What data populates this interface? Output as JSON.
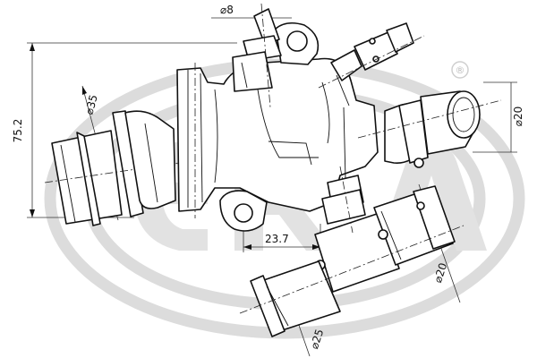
{
  "brand": {
    "trademark": "®",
    "watermark_color": "#dcdcdc"
  },
  "dimensions": {
    "d_small_nipple": "⌀8",
    "d_left_inlet": "⌀35",
    "d_right_outlet": "⌀20",
    "d_lower_outlet": "⌀20",
    "d_lower_tip": "⌀25",
    "offset_horizontal": "23.7",
    "overall_height": "75.2"
  },
  "colors": {
    "line": "#111111",
    "background": "#ffffff"
  }
}
